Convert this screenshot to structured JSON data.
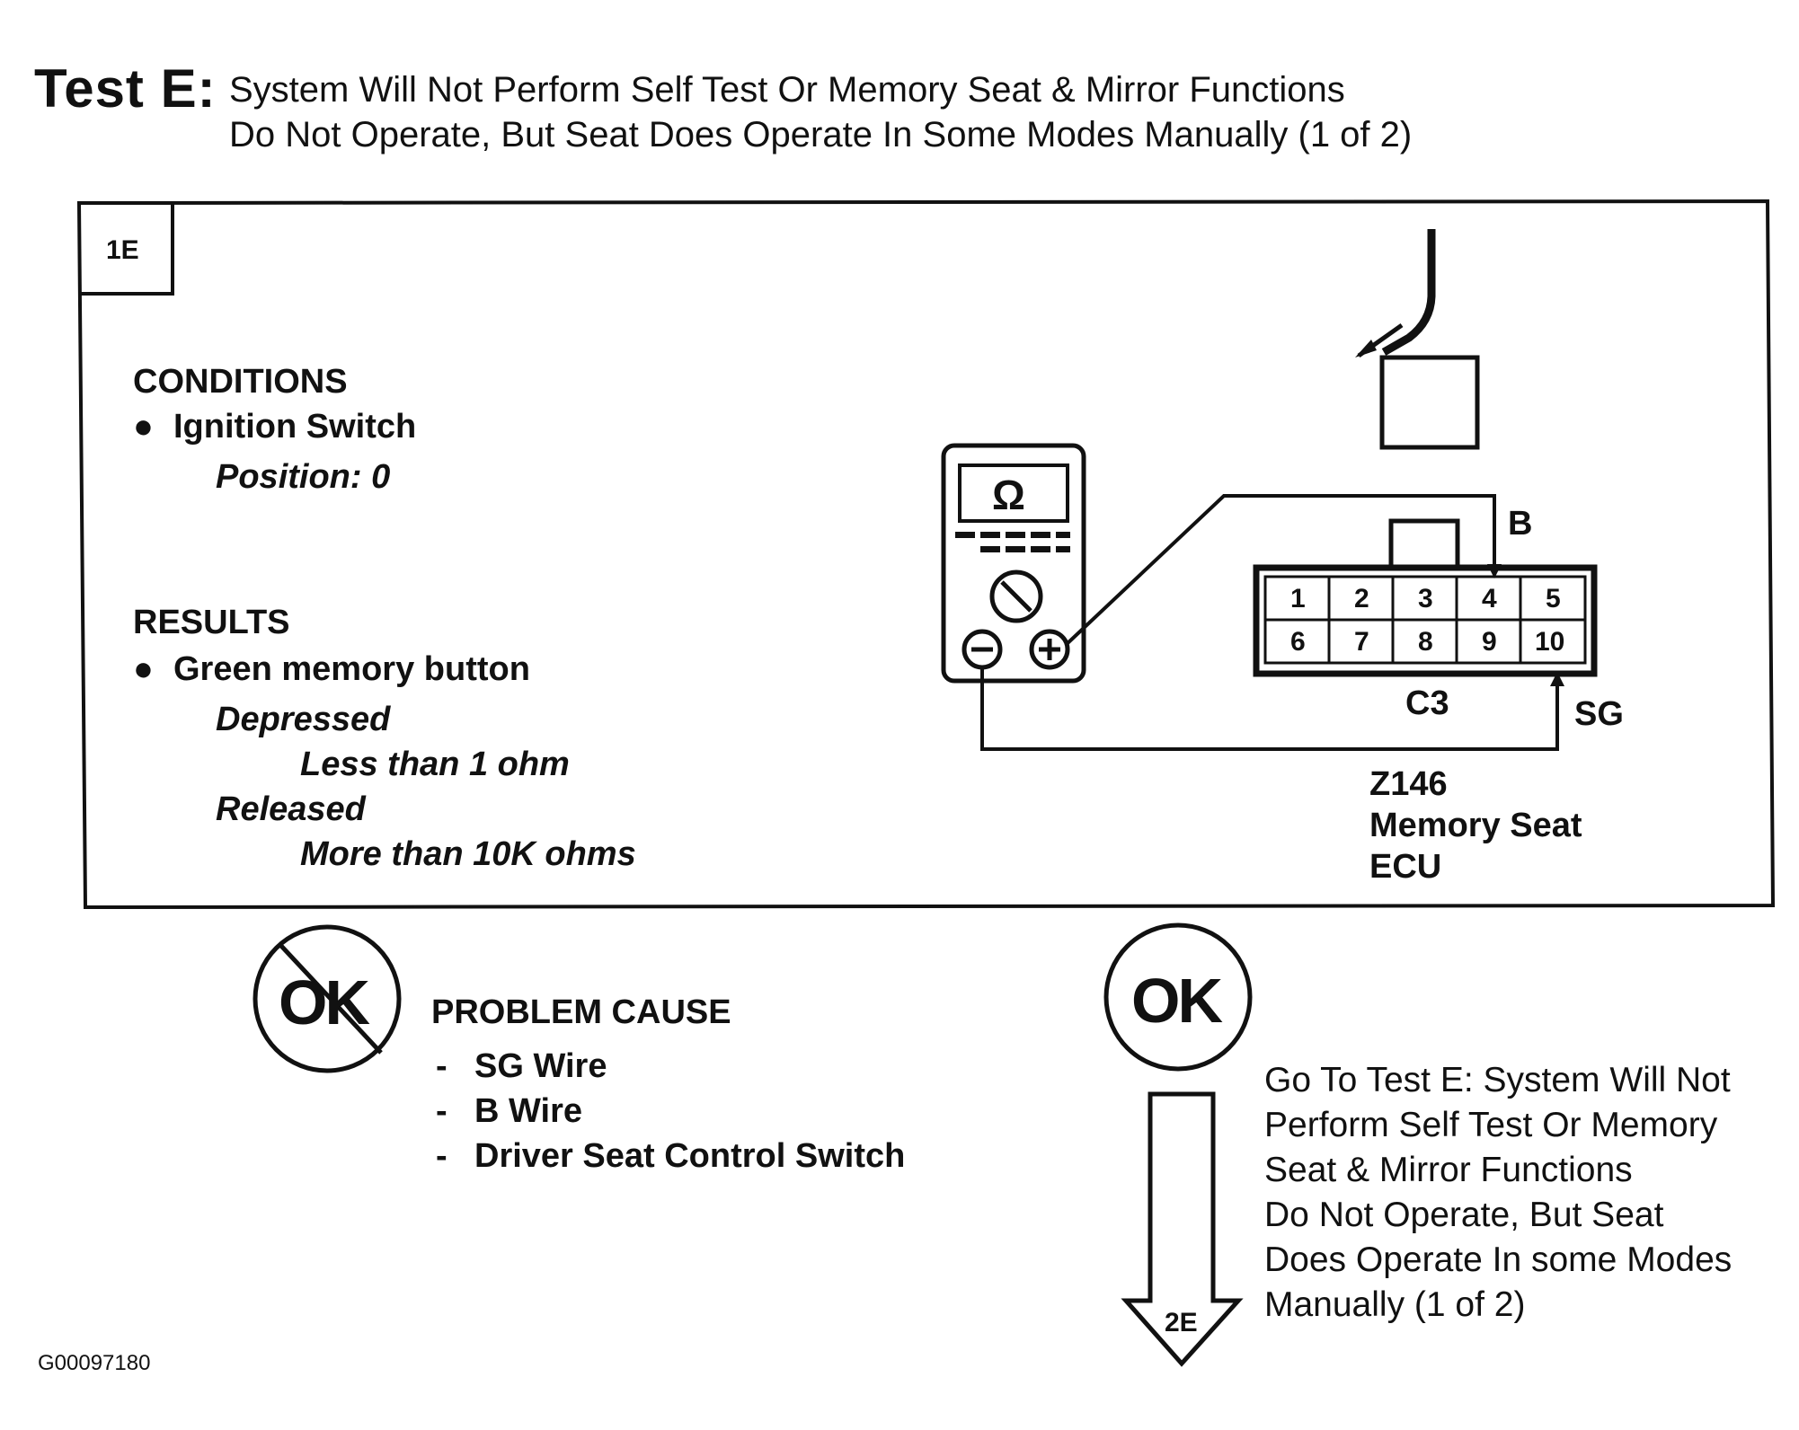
{
  "header": {
    "test_label": "Test E:",
    "title_line1": "System Will Not Perform Self Test Or Memory Seat & Mirror Functions",
    "title_line2": "Do Not Operate, But Seat Does Operate In Some Modes Manually (1 of 2)"
  },
  "step": {
    "id": "1E",
    "conditions_heading": "CONDITIONS",
    "condition_item": "Ignition Switch",
    "condition_value": "Position: 0",
    "results_heading": "RESULTS",
    "result_item": "Green memory button",
    "result_state1": "Depressed",
    "result_value1": "Less than 1 ohm",
    "result_state2": "Released",
    "result_value2": "More than 10K ohms"
  },
  "meter": {
    "symbol": "Ω",
    "neg_symbol": "⊖",
    "pos_symbol": "⊕"
  },
  "connector": {
    "name": "C3",
    "pins_top": [
      "1",
      "2",
      "3",
      "4",
      "5"
    ],
    "pins_bottom": [
      "6",
      "7",
      "8",
      "9",
      "10"
    ],
    "terminal_b": "B",
    "terminal_sg": "SG",
    "component_id": "Z146",
    "component_name": "Memory Seat",
    "component_type": "ECU"
  },
  "outcome_not_ok": {
    "badge": "OK",
    "heading": "PROBLEM CAUSE",
    "causes": [
      "SG Wire",
      "B Wire",
      "Driver Seat Control Switch"
    ]
  },
  "outcome_ok": {
    "badge": "OK",
    "next_step": "2E",
    "next_text": [
      "Go To Test E: System Will Not",
      "Perform Self Test Or Memory",
      "Seat & Mirror Functions",
      "Do Not Operate, But Seat",
      "Does Operate In some Modes",
      "Manually (1 of 2)"
    ]
  },
  "figure_id": "G00097180"
}
